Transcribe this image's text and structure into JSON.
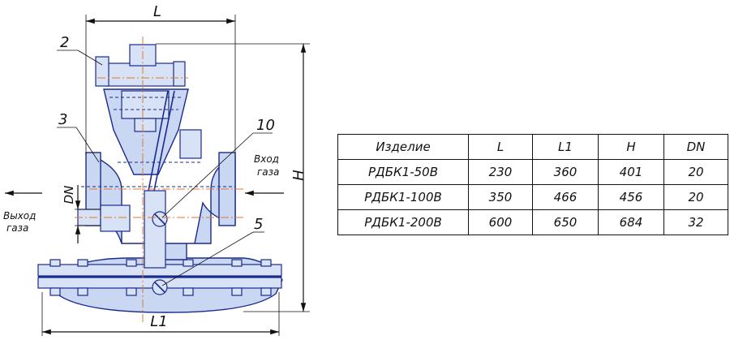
{
  "drawing": {
    "dims": {
      "L": "L",
      "L1": "L1",
      "H": "H",
      "DN": "DN"
    },
    "callouts": [
      "2",
      "3",
      "10",
      "5"
    ],
    "inlet": [
      "Вход",
      "газа"
    ],
    "outlet": [
      "Выход",
      "газа"
    ]
  },
  "table": {
    "header": [
      "Изделие",
      "L",
      "L1",
      "H",
      "DN"
    ],
    "rows": [
      [
        "РДБК1-50В",
        "230",
        "360",
        "401",
        "20"
      ],
      [
        "РДБК1-100В",
        "350",
        "466",
        "456",
        "20"
      ],
      [
        "РДБК1-200В",
        "600",
        "650",
        "684",
        "32"
      ]
    ]
  }
}
